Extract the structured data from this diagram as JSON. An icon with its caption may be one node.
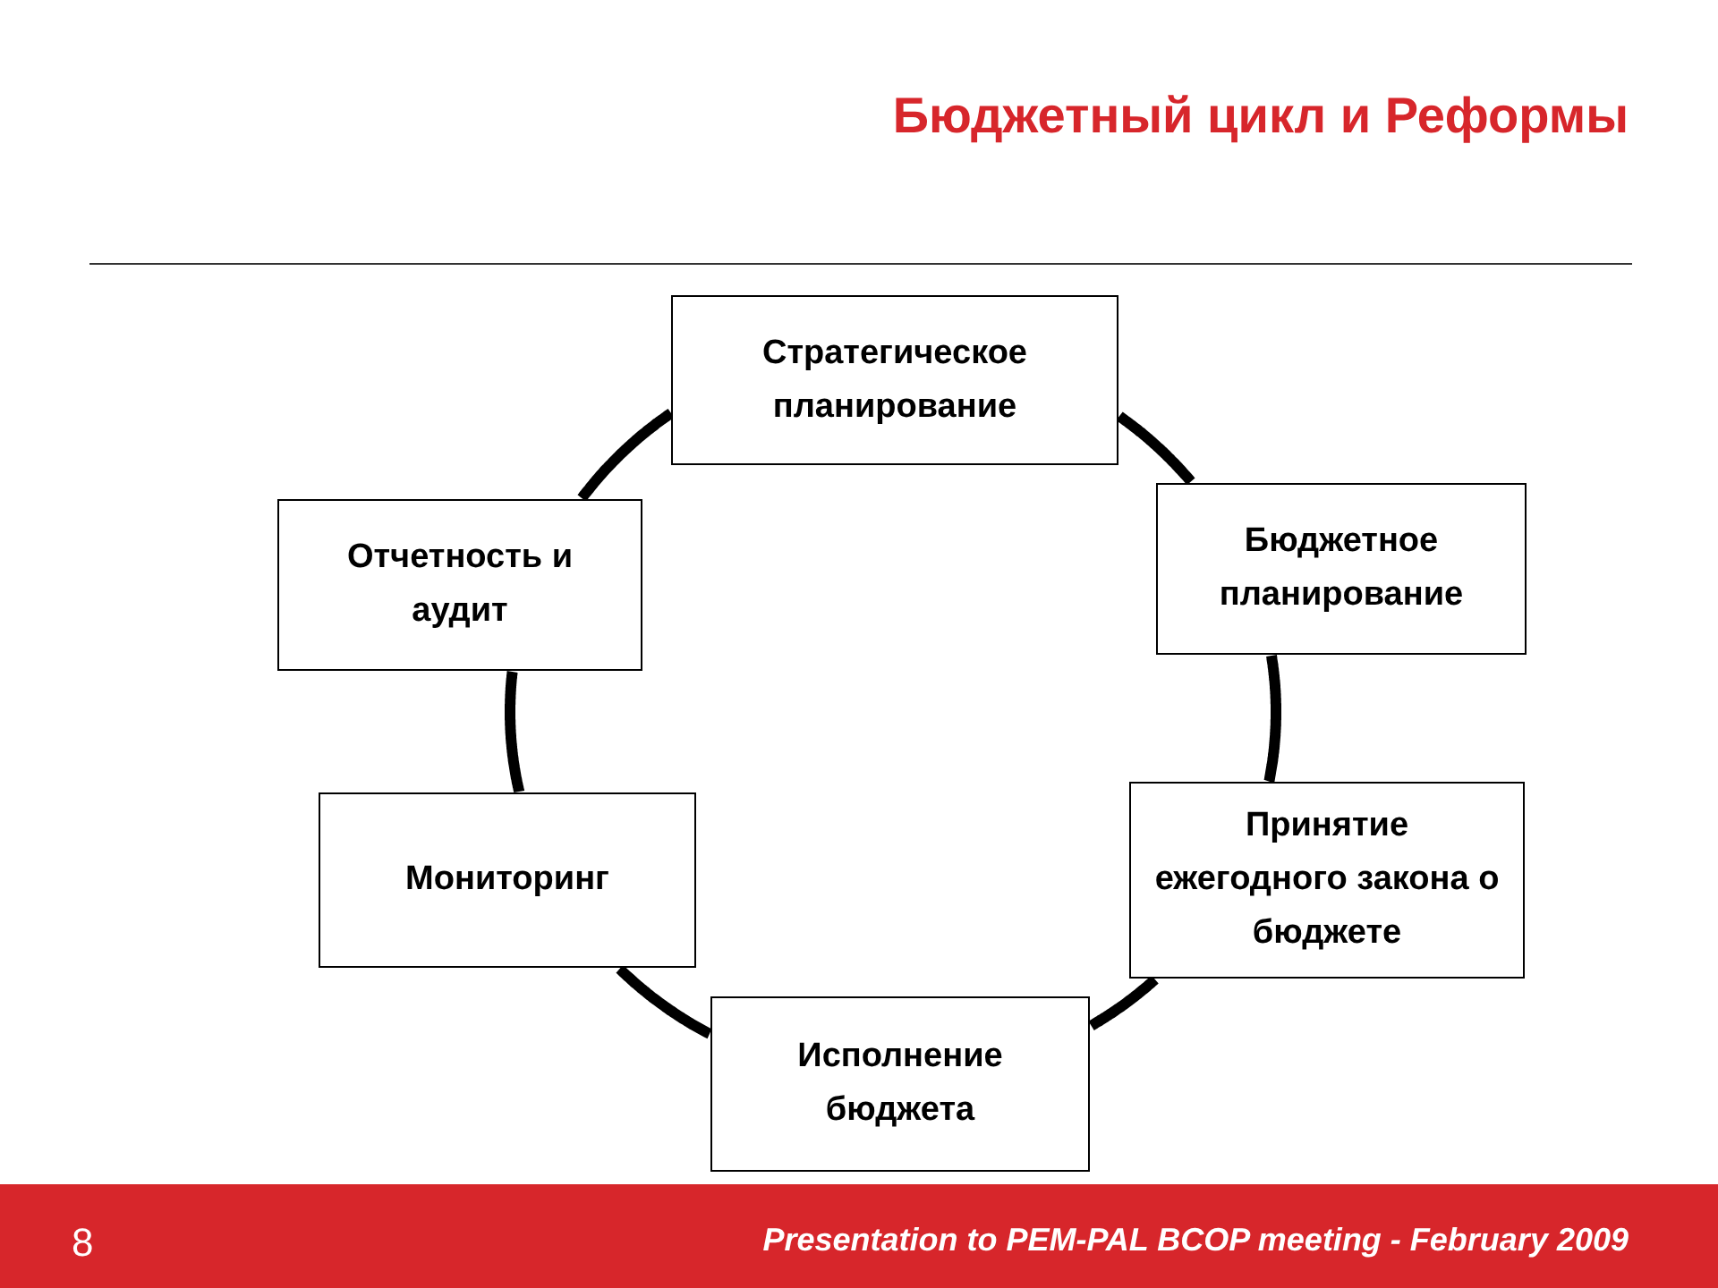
{
  "diagram": {
    "title": "Бюджетный цикл и Реформы",
    "nodes": [
      {
        "text": [
          "Стратегическое планирование"
        ]
      },
      {
        "text": [
          "Бюджетное планирование"
        ]
      },
      {
        "text": [
          "Принятие ежегодного закона о бюджете"
        ]
      },
      {
        "text": [
          "Исполнение бюджета"
        ]
      },
      {
        "text": [
          "Мониторинг"
        ]
      },
      {
        "text": [
          "Отчетность и аудит"
        ]
      }
    ],
    "edges": [
      {
        "from": 0,
        "to": 1,
        "arrow": "none"
      },
      {
        "from": 1,
        "to": 2,
        "arrow": "none"
      },
      {
        "from": 2,
        "to": 3,
        "arrow": "none"
      },
      {
        "from": 3,
        "to": 4,
        "arrow": "none"
      },
      {
        "from": 4,
        "to": 5,
        "arrow": "none"
      },
      {
        "from": 5,
        "to": 0,
        "arrow": "none"
      }
    ],
    "labels": [
      "8",
      "Presentation to PEM-PAL BCOP meeting - February 2009"
    ]
  }
}
